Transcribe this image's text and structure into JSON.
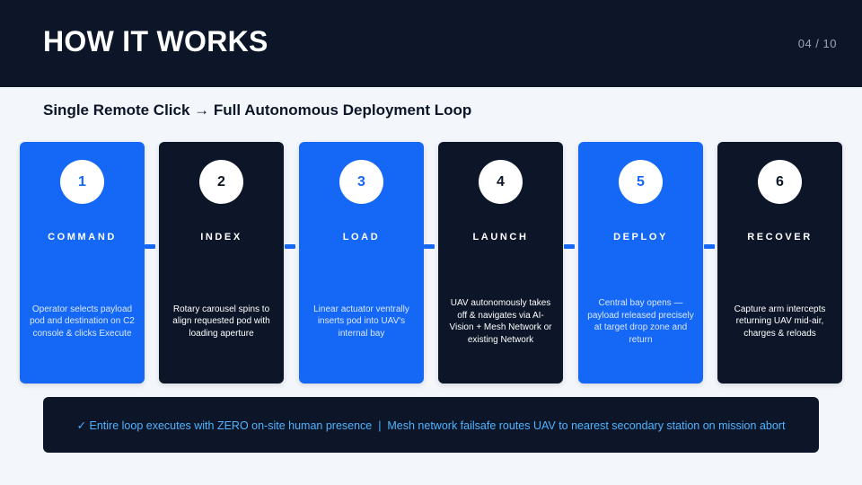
{
  "header": {
    "title": "HOW IT WORKS",
    "page": "04 / 10"
  },
  "subtitle": "Single Remote Click → Full Autonomous Deployment Loop",
  "steps": [
    {
      "number": "1",
      "title": "COMMAND",
      "description": "Operator selects payload pod and destination on C2 console & clicks Execute",
      "theme": "blue"
    },
    {
      "number": "2",
      "title": "INDEX",
      "description": "Rotary carousel spins to align requested pod with loading aperture",
      "theme": "dark"
    },
    {
      "number": "3",
      "title": "LOAD",
      "description": "Linear actuator ventrally inserts pod into UAV's internal bay",
      "theme": "blue"
    },
    {
      "number": "4",
      "title": "LAUNCH",
      "description": "UAV autonomously takes off & navigates via AI-Vision + Mesh Network or existing Network",
      "theme": "dark"
    },
    {
      "number": "5",
      "title": "DEPLOY",
      "description": "Central bay opens — payload released precisely at target drop zone and return",
      "theme": "blue"
    },
    {
      "number": "6",
      "title": "RECOVER",
      "description": "Capture arm intercepts returning UAV mid-air, charges & reloads",
      "theme": "dark"
    }
  ],
  "footer": {
    "note": "✓ Entire loop executes with ZERO on-site human presence  |  Mesh network failsafe routes UAV to nearest secondary station on mission abort"
  },
  "colors": {
    "navy": "#0c1628",
    "accent_blue": "#1468f5",
    "footer_text": "#4fb3ff",
    "background": "#f3f6fb"
  }
}
